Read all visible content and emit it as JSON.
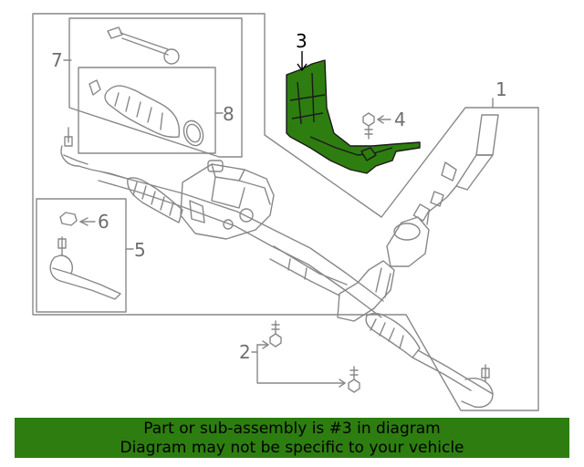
{
  "callouts": {
    "c1": "1",
    "c2": "2",
    "c3": "3",
    "c4": "4",
    "c5": "5",
    "c6": "6",
    "c7": "7",
    "c8": "8"
  },
  "highlighted_part": "3",
  "colors": {
    "line": "#888888",
    "highlight_fill": "#2e7d10",
    "highlight_stroke": "#1a1a1a",
    "banner_bg": "#2e7d10",
    "banner_text": "#000000"
  },
  "banner": {
    "line1": "Part or sub-assembly is #3 in diagram",
    "line2": "Diagram may not be specific to your vehicle"
  }
}
